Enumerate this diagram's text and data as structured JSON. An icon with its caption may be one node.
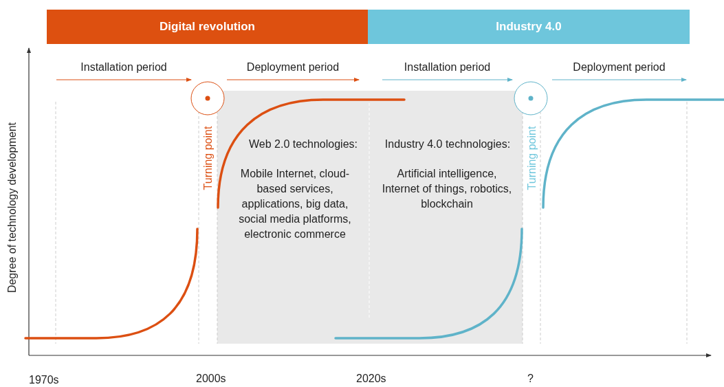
{
  "diagram": {
    "nodes": [
      {
        "text": [
          "Digital revolution"
        ]
      },
      {
        "text": [
          "Industry 4.0"
        ]
      },
      {
        "text": [
          "Web 2.0 technologies:",
          "Mobile Internet, cloud-based services, applications, big data, social media platforms, electronic commerce",
          "Industry 4.0 technologies:",
          "Artificial intelligence, Internet of things, robotics, blockchain"
        ]
      }
    ],
    "labels": [
      "Installation period",
      "Deployment period",
      "Installation period",
      "Deployment period",
      "Turning point",
      "Turning point",
      "Degree of technology development",
      "1970s",
      "2000s",
      "2020s",
      "?"
    ]
  }
}
